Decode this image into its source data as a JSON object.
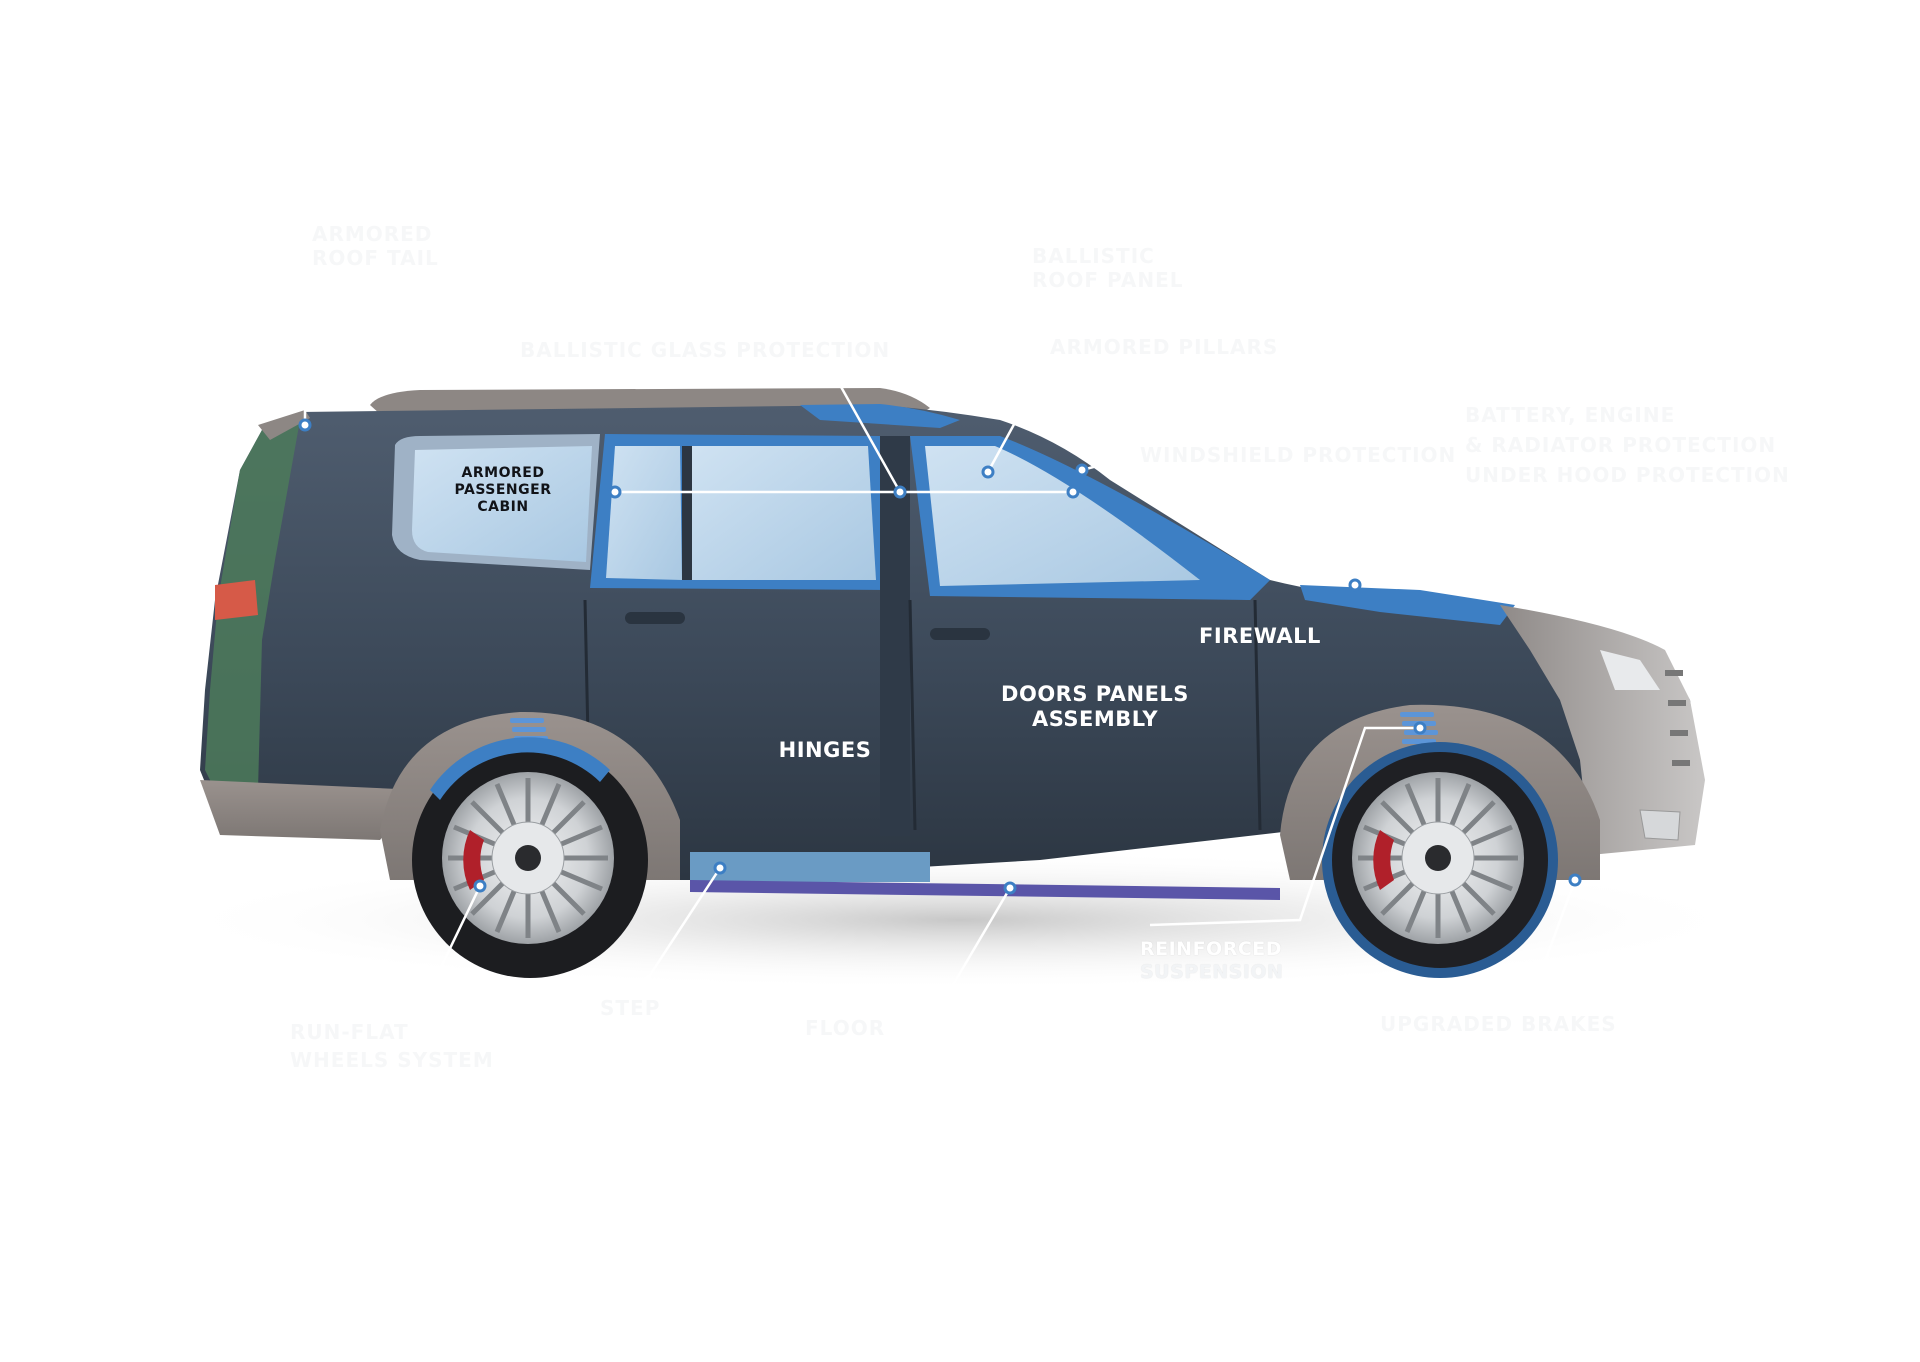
{
  "diagram": {
    "subject": "Armored SUV side profile cutaway",
    "colors": {
      "background": "#ffffff",
      "body_dark": "#3a4756",
      "body_mid": "#4a5869",
      "lower_cladding": "#8c8683",
      "glass": "#bcd6ea",
      "armor_highlight": "#3d7fc4",
      "sill_band": "#5a55a8",
      "sill_plate": "#6a9bc4",
      "rear_tint": "#4c7a5a",
      "taillight": "#d65a48",
      "tire": "#1c1d20",
      "rim": "#d8dadc",
      "brake_caliper": "#b0202a",
      "callout_line": "#ffffff"
    },
    "labels": {
      "cabin": "ARMORED\nPASSENGER CABIN",
      "firewall": "FIREWALL",
      "doors": "DOORS PANELS\nASSEMBLY",
      "hinges": "HINGES",
      "suspension_line1": "REINFORCED",
      "suspension_line2": "SUSPENSION"
    },
    "ghost_labels": [
      {
        "id": "rear-armor",
        "lines": [
          "ARMORED",
          "ROOF TAIL"
        ]
      },
      {
        "id": "roof",
        "lines": [
          "BALLISTIC",
          "ROOF PANEL"
        ]
      },
      {
        "id": "glass",
        "lines": [
          "BALLISTIC GLASS PROTECTION"
        ]
      },
      {
        "id": "pillars",
        "lines": [
          "ARMORED PILLARS"
        ]
      },
      {
        "id": "windshield",
        "lines": [
          "WINDSHIELD PROTECTION"
        ]
      },
      {
        "id": "engine",
        "lines": [
          "BATTERY, ENGINE",
          "& RADIATOR PROTECTION",
          "UNDER HOOD PROTECTION"
        ]
      },
      {
        "id": "tires",
        "lines": [
          "RUN-FLAT",
          "WHEELS SYSTEM"
        ]
      },
      {
        "id": "sill",
        "lines": [
          "STEP"
        ]
      },
      {
        "id": "floor",
        "lines": [
          "FLOOR"
        ]
      },
      {
        "id": "brakes",
        "lines": [
          "UPGRADED BRAKES"
        ]
      }
    ]
  }
}
